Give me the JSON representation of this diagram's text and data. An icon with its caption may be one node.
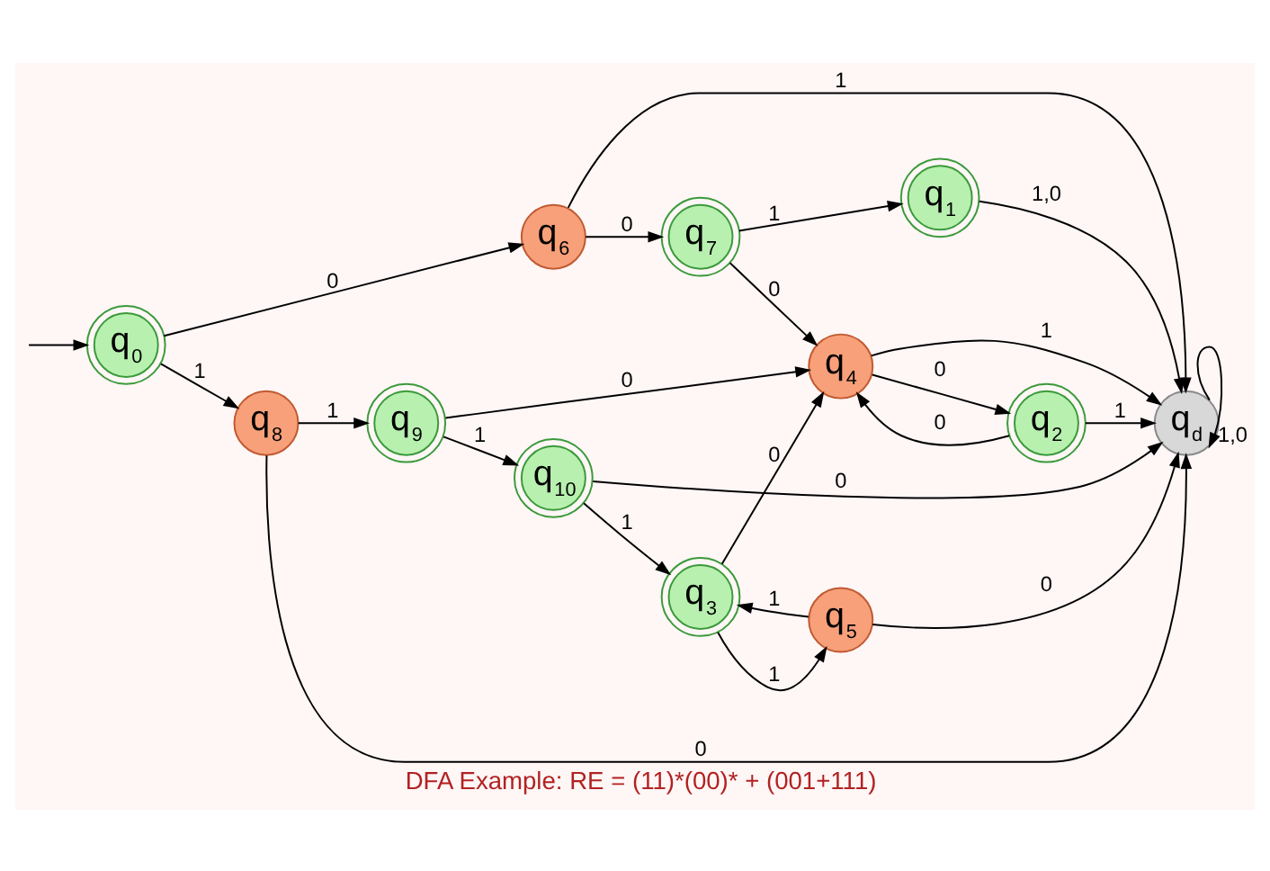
{
  "diagram": {
    "caption": "DFA Example: RE = (11)*(00)* + (001+111)",
    "nodes": [
      {
        "text": [
          "q$_{6}$"
        ]
      },
      {
        "text": [
          "q$_{7}$"
        ]
      },
      {
        "text": [
          "q$_{1}$"
        ]
      },
      {
        "text": [
          "q$_{4}$"
        ]
      },
      {
        "text": [
          "q$_{2}$"
        ]
      },
      {
        "text": [
          "q$_{d}$"
        ]
      },
      {
        "text": [
          "q$_{0}$"
        ]
      },
      {
        "text": [
          "q$_{8}$"
        ]
      },
      {
        "text": [
          "q$_{9}$"
        ]
      },
      {
        "text": [
          "q$_{10}$"
        ]
      },
      {
        "text": [
          "q$_{3}$"
        ]
      },
      {
        "text": [
          "q$_{5}$"
        ]
      }
    ],
    "edges": [
      {
        "from": null,
        "to": 6,
        "arrow": "to"
      },
      {
        "from": 6,
        "to": 7,
        "arrow": "to",
        "label": "1"
      },
      {
        "from": 6,
        "to": 0,
        "arrow": "to",
        "label": "0"
      },
      {
        "from": 7,
        "to": 8,
        "arrow": "to",
        "label": "1"
      },
      {
        "from": 7,
        "to": 5,
        "arrow": "to",
        "label": "0"
      },
      {
        "from": 8,
        "to": 9,
        "arrow": "to",
        "label": "1"
      },
      {
        "from": 8,
        "to": 3,
        "arrow": "to",
        "label": "0"
      },
      {
        "from": 9,
        "to": 10,
        "arrow": "to",
        "label": "1"
      },
      {
        "from": 9,
        "to": 5,
        "arrow": "to",
        "label": "0"
      },
      {
        "from": 10,
        "to": 11,
        "arrow": "to",
        "label": "1"
      },
      {
        "from": 10,
        "to": 3,
        "arrow": "to",
        "label": "0"
      },
      {
        "from": 11,
        "to": 10,
        "arrow": "to",
        "label": "1"
      },
      {
        "from": 11,
        "to": 5,
        "arrow": "to",
        "label": "0"
      },
      {
        "from": 0,
        "to": 1,
        "arrow": "to",
        "label": "0"
      },
      {
        "from": 0,
        "to": 5,
        "arrow": "to",
        "label": "1"
      },
      {
        "from": 1,
        "to": 2,
        "arrow": "to",
        "label": "1"
      },
      {
        "from": 1,
        "to": 3,
        "arrow": "to",
        "label": "0"
      },
      {
        "from": 2,
        "to": 5,
        "arrow": "to",
        "label": "1,0"
      },
      {
        "from": 3,
        "to": 4,
        "arrow": "to",
        "label": "0"
      },
      {
        "from": 4,
        "to": 3,
        "arrow": "to",
        "label": "0"
      },
      {
        "from": 4,
        "to": 5,
        "arrow": "to",
        "label": "1"
      },
      {
        "from": 3,
        "to": 5,
        "arrow": "to",
        "label": "1"
      },
      {
        "from": 5,
        "to": 5,
        "arrow": "to",
        "label": "1,0"
      }
    ]
  }
}
